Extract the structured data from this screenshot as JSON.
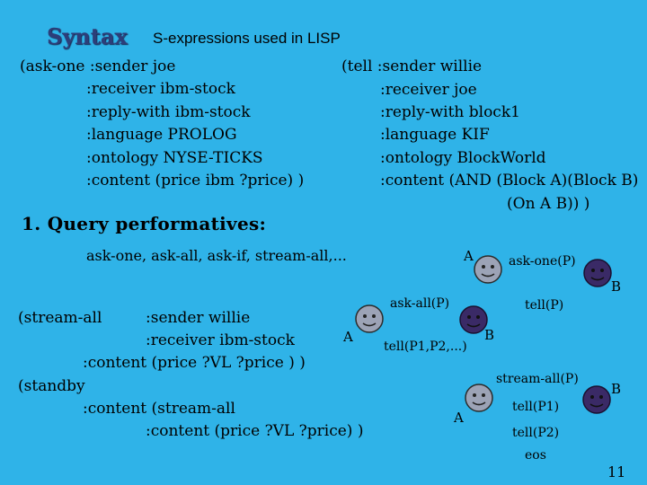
{
  "slide": {
    "title": "Syntax",
    "subtitle": "S-expressions used in LISP",
    "ask_one_block": [
      "(ask-one :sender joe",
      ":receiver ibm-stock",
      ":reply-with ibm-stock",
      ":language PROLOG",
      ":ontology NYSE-TICKS",
      ":content (price ibm ?price) )"
    ],
    "tell_block": [
      "(tell :sender willie",
      ":receiver joe",
      ":reply-with block1",
      ":language KIF",
      ":ontology BlockWorld",
      ":content (AND (Block A)(Block B)",
      "(On A B)) )"
    ],
    "heading": "1. Query performatives:",
    "performatives": "ask-one, ask-all, ask-if, stream-all,...",
    "stream_block": [
      "(stream-all",
      ":sender willie",
      ":receiver ibm-stock",
      ":content (price ?VL ?price ) )",
      "(standby",
      ":content (stream-all",
      ":content (price ?VL ?price) )"
    ],
    "diagram": {
      "d1": {
        "agent_a": "A",
        "agent_b": "B",
        "msg": "ask-one(P)"
      },
      "d2": {
        "agent_a": "A",
        "agent_b": "B",
        "msg_ask": "ask-all(P)",
        "msg_tell": "tell(P)",
        "msg_reply": "tell(P1,P2,...)"
      },
      "d3": {
        "agent_a": "A",
        "agent_b": "B",
        "msg_stream": "stream-all(P)",
        "msg_tell1": "tell(P1)",
        "msg_tell2": "tell(P2)",
        "msg_eos": "eos"
      }
    },
    "page_number": "11"
  },
  "colors": {
    "background": "#2FB3E8",
    "title": "#2c3e7a",
    "face_light": "#9ca3b6",
    "face_dark": "#3a2a66"
  }
}
